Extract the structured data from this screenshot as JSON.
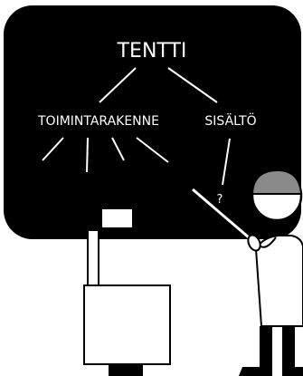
{
  "board": {
    "title": "TENTTI",
    "left_branch": "TOIMINTARAKENNE",
    "right_branch": "SISÄLTÖ",
    "question_mark": "?"
  },
  "colors": {
    "board": "#000000",
    "chalk": "#ffffff",
    "helmet": "#8a8a8a",
    "background": "#ffffff"
  },
  "icons": {
    "teacher": "teacher-figure",
    "helmet": "hard-hat-icon",
    "pointer": "pointer-stick-icon",
    "lectern": "lectern-icon"
  }
}
